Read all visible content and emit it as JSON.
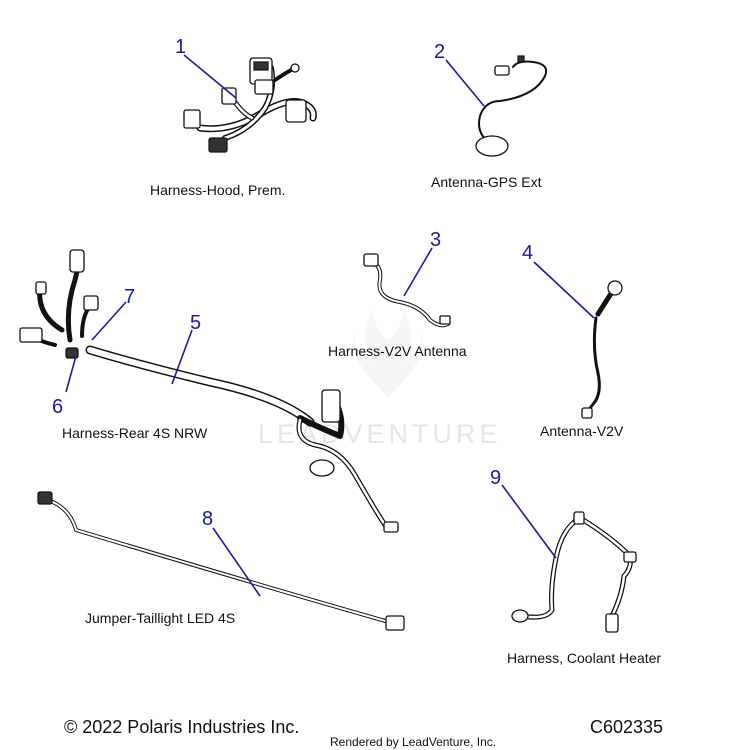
{
  "parts": [
    {
      "number": "1",
      "label": "Harness-Hood, Prem."
    },
    {
      "number": "2",
      "label": "Antenna-GPS Ext"
    },
    {
      "number": "3",
      "label": "Harness-V2V Antenna"
    },
    {
      "number": "4",
      "label": "Antenna-V2V"
    },
    {
      "number": "5",
      "label": "Harness-Rear 4S NRW"
    },
    {
      "number": "6",
      "label": ""
    },
    {
      "number": "7",
      "label": ""
    },
    {
      "number": "8",
      "label": "Jumper-Taillight LED 4S"
    },
    {
      "number": "9",
      "label": "Harness, Coolant Heater"
    }
  ],
  "watermark": "LEADVENTURE",
  "footer": {
    "copyright": "© 2022 Polaris Industries Inc.",
    "diagram_code": "C602335",
    "rendered_by": "Rendered by LeadVenture, Inc."
  },
  "colors": {
    "callout": "#1a1aa8",
    "line_art": "#111111",
    "watermark": "#e6e6e6"
  }
}
